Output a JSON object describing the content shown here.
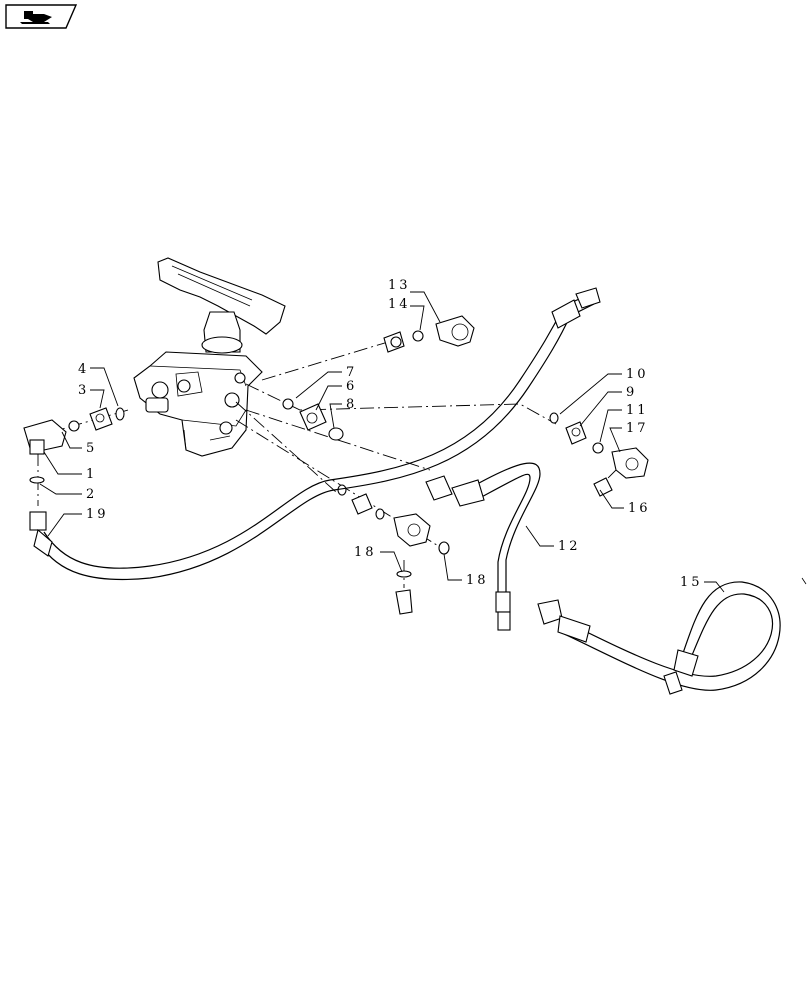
{
  "nav_icon": {
    "name": "back-arrow-icon"
  },
  "callouts": {
    "c1": "1",
    "c2": "2",
    "c3": "3",
    "c4": "4",
    "c5": "5",
    "c6": "6",
    "c7": "7",
    "c8": "8",
    "c9": "9",
    "c10": "10",
    "c11": "11",
    "c12": "12",
    "c13": "13",
    "c14": "14",
    "c15": "15",
    "c16": "16",
    "c17": "17",
    "c18a": "18",
    "c18b": "18",
    "c19": "19"
  }
}
